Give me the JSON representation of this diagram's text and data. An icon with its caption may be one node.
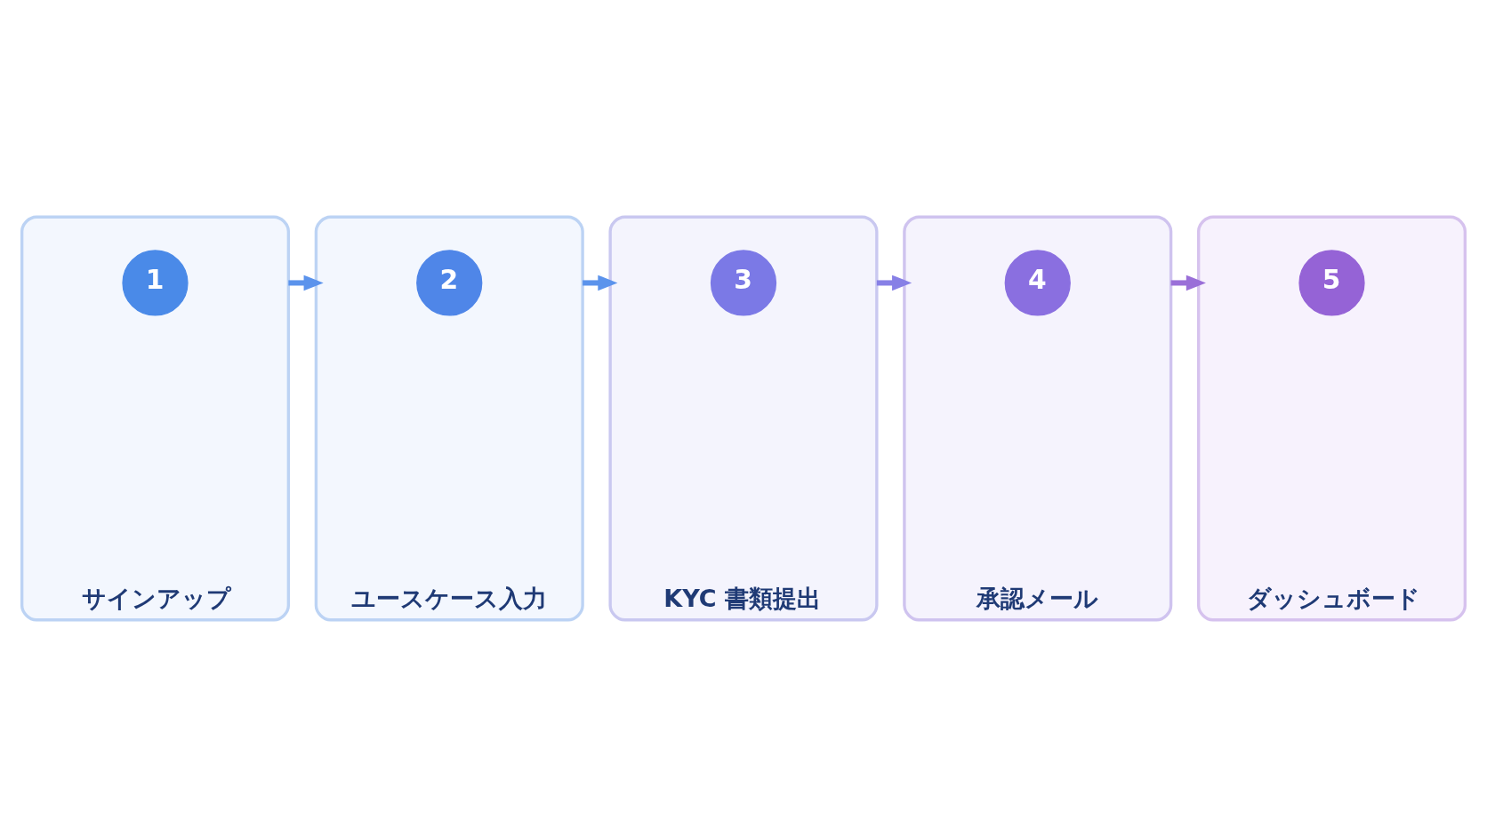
{
  "diagram": {
    "nodes": [
      {
        "text": [
          "サインアップ"
        ]
      },
      {
        "text": [
          "1"
        ],
        "in": 0
      },
      {
        "text": [
          "ユースケース入力"
        ]
      },
      {
        "text": [
          "2"
        ],
        "in": 2
      },
      {
        "text": [
          "KYC 書類提出"
        ]
      },
      {
        "text": [
          "3"
        ],
        "in": 4
      },
      {
        "text": [
          "承認メール"
        ]
      },
      {
        "text": [
          "4"
        ],
        "in": 6
      },
      {
        "text": [
          "ダッシュボード"
        ]
      },
      {
        "text": [
          "5"
        ],
        "in": 8
      }
    ],
    "edges": [
      {
        "from": 0,
        "to": 2,
        "arrow": "to"
      },
      {
        "from": 2,
        "to": 4,
        "arrow": "to"
      },
      {
        "from": 4,
        "to": 6,
        "arrow": "to",
        "color": "#8780e6"
      },
      {
        "from": 6,
        "to": 8,
        "arrow": "to",
        "color": "#9a6fd8"
      }
    ]
  }
}
